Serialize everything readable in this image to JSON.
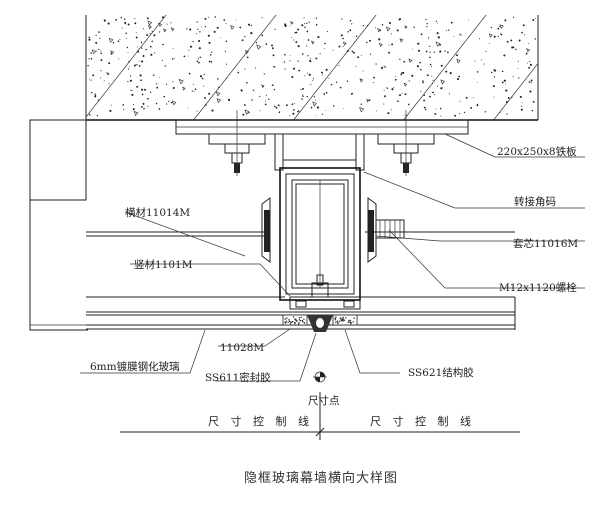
{
  "labels": {
    "steel_plate": "220x250x8铁板",
    "transfer_angle": "转接角码",
    "horizontal_member": "横材11014M",
    "sleeve_core": "套芯11016M",
    "vertical_member": "竖材1101M",
    "bolt": "M12x1120螺栓",
    "glass": "6mm镀膜钢化玻璃",
    "profile_11028": "11028M",
    "sealant_ss611": "SS611密封胶",
    "structural_ss621": "SS621结构胶",
    "dimension_point": "尺寸点",
    "control_line_left": "尺 寸 控 制 线",
    "control_line_right": "尺 寸 控 制 线"
  },
  "title": "隐框玻璃幕墙横向大样图"
}
